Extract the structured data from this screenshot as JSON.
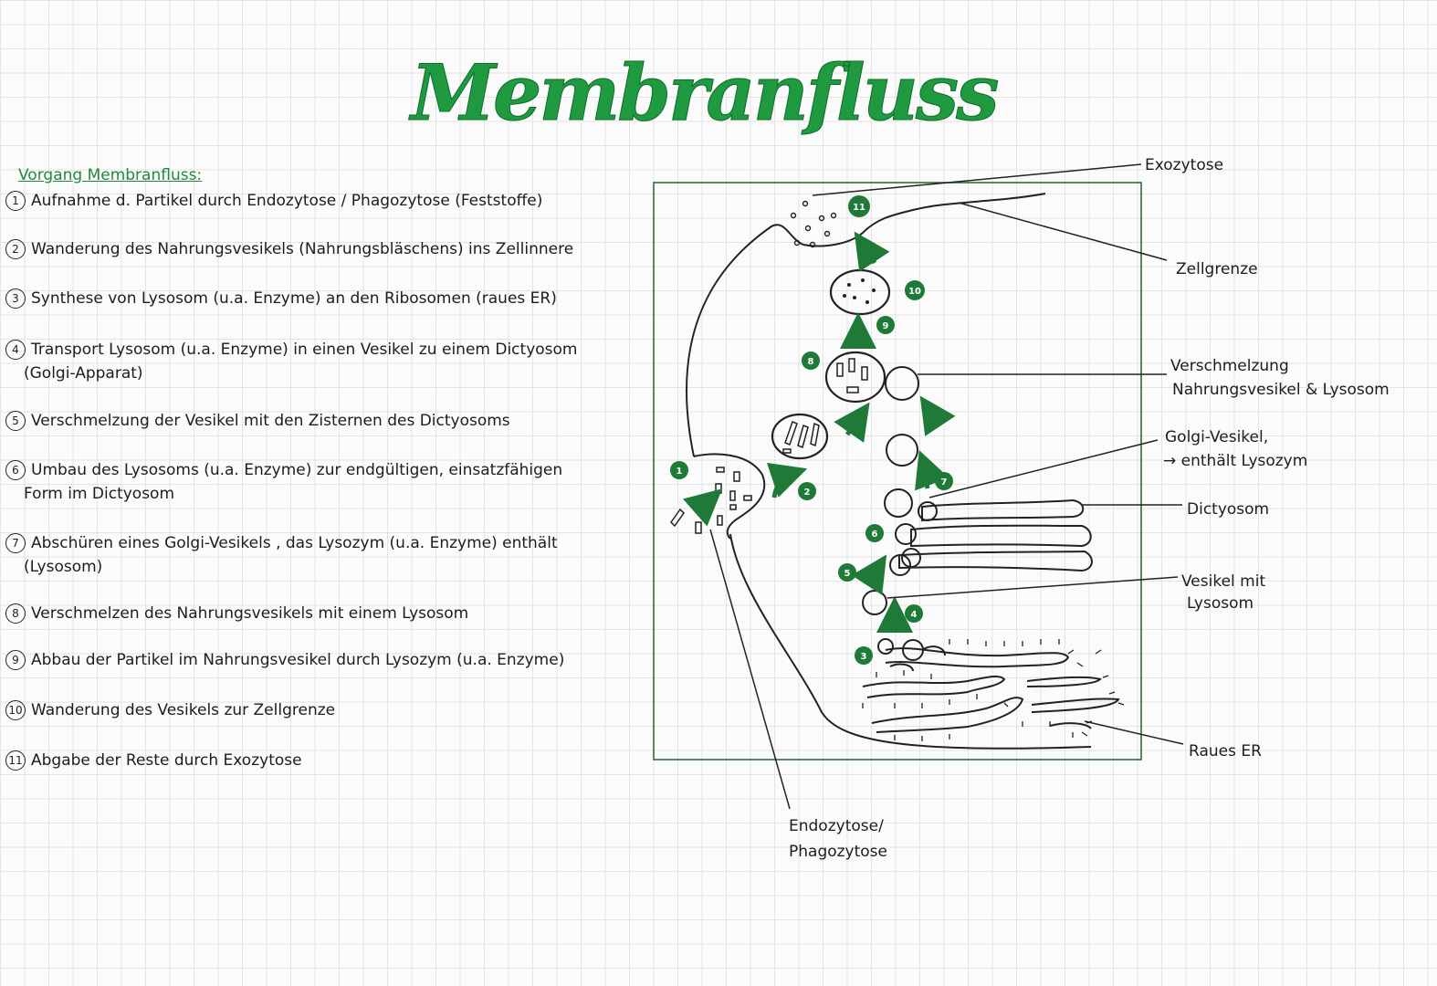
{
  "title": "Membranfluss",
  "heading": "Vorgang Membranfluss:",
  "steps": [
    {
      "n": "1",
      "line1": "Aufnahme d. Partikel durch Endozytose / Phagozytose (Feststoffe)",
      "line2": ""
    },
    {
      "n": "2",
      "line1": "Wanderung des Nahrungsvesikels (Nahrungsbläschens) ins Zellinnere",
      "line2": ""
    },
    {
      "n": "3",
      "line1": "Synthese von Lysosom (u.a. Enzyme) an den Ribosomen (raues ER)",
      "line2": ""
    },
    {
      "n": "4",
      "line1": "Transport Lysosom (u.a. Enzyme) in einen Vesikel zu einem Dictyosom",
      "line2": "(Golgi-Apparat)"
    },
    {
      "n": "5",
      "line1": "Verschmelzung der Vesikel mit den Zisternen des Dictyosoms",
      "line2": ""
    },
    {
      "n": "6",
      "line1": "Umbau des Lysosoms (u.a. Enzyme) zur endgültigen, einsatzfähigen",
      "line2": "Form im Dictyosom"
    },
    {
      "n": "7",
      "line1": "Abschüren eines Golgi-Vesikels , das Lysozym (u.a. Enzyme) enthält",
      "line2": "(Lysosom)"
    },
    {
      "n": "8",
      "line1": "Verschmelzen des Nahrungsvesikels mit einem Lysosom",
      "line2": ""
    },
    {
      "n": "9",
      "line1": "Abbau der Partikel im Nahrungsvesikel durch Lysozym (u.a. Enzyme)",
      "line2": ""
    },
    {
      "n": "10",
      "line1": "Wanderung des Vesikels zur Zellgrenze",
      "line2": ""
    },
    {
      "n": "11",
      "line1": "Abgabe der Reste durch Exozytose",
      "line2": ""
    }
  ],
  "labels": {
    "exozytose": "Exozytose",
    "zellgrenze": "Zellgrenze",
    "verschmelzung_1": "Verschmelzung",
    "verschmelzung_2": "Nahrungsvesikel & Lysosom",
    "golgi_1": "Golgi-Vesikel,",
    "golgi_2": "→ enthält Lysozym",
    "dictyosom": "Dictyosom",
    "vesikel_1": "Vesikel mit",
    "vesikel_2": "Lysosom",
    "raues_er": "Raues ER",
    "endo_1": "Endozytose/",
    "endo_2": "Phagozytose"
  },
  "diagram_markers": [
    "1",
    "2",
    "3",
    "4",
    "5",
    "6",
    "7",
    "8",
    "9",
    "10",
    "11"
  ],
  "colors": {
    "accent": "#1f9a40",
    "marker": "#1e7a36",
    "frame": "#2f6b3a",
    "ink": "#1d1d1d"
  }
}
